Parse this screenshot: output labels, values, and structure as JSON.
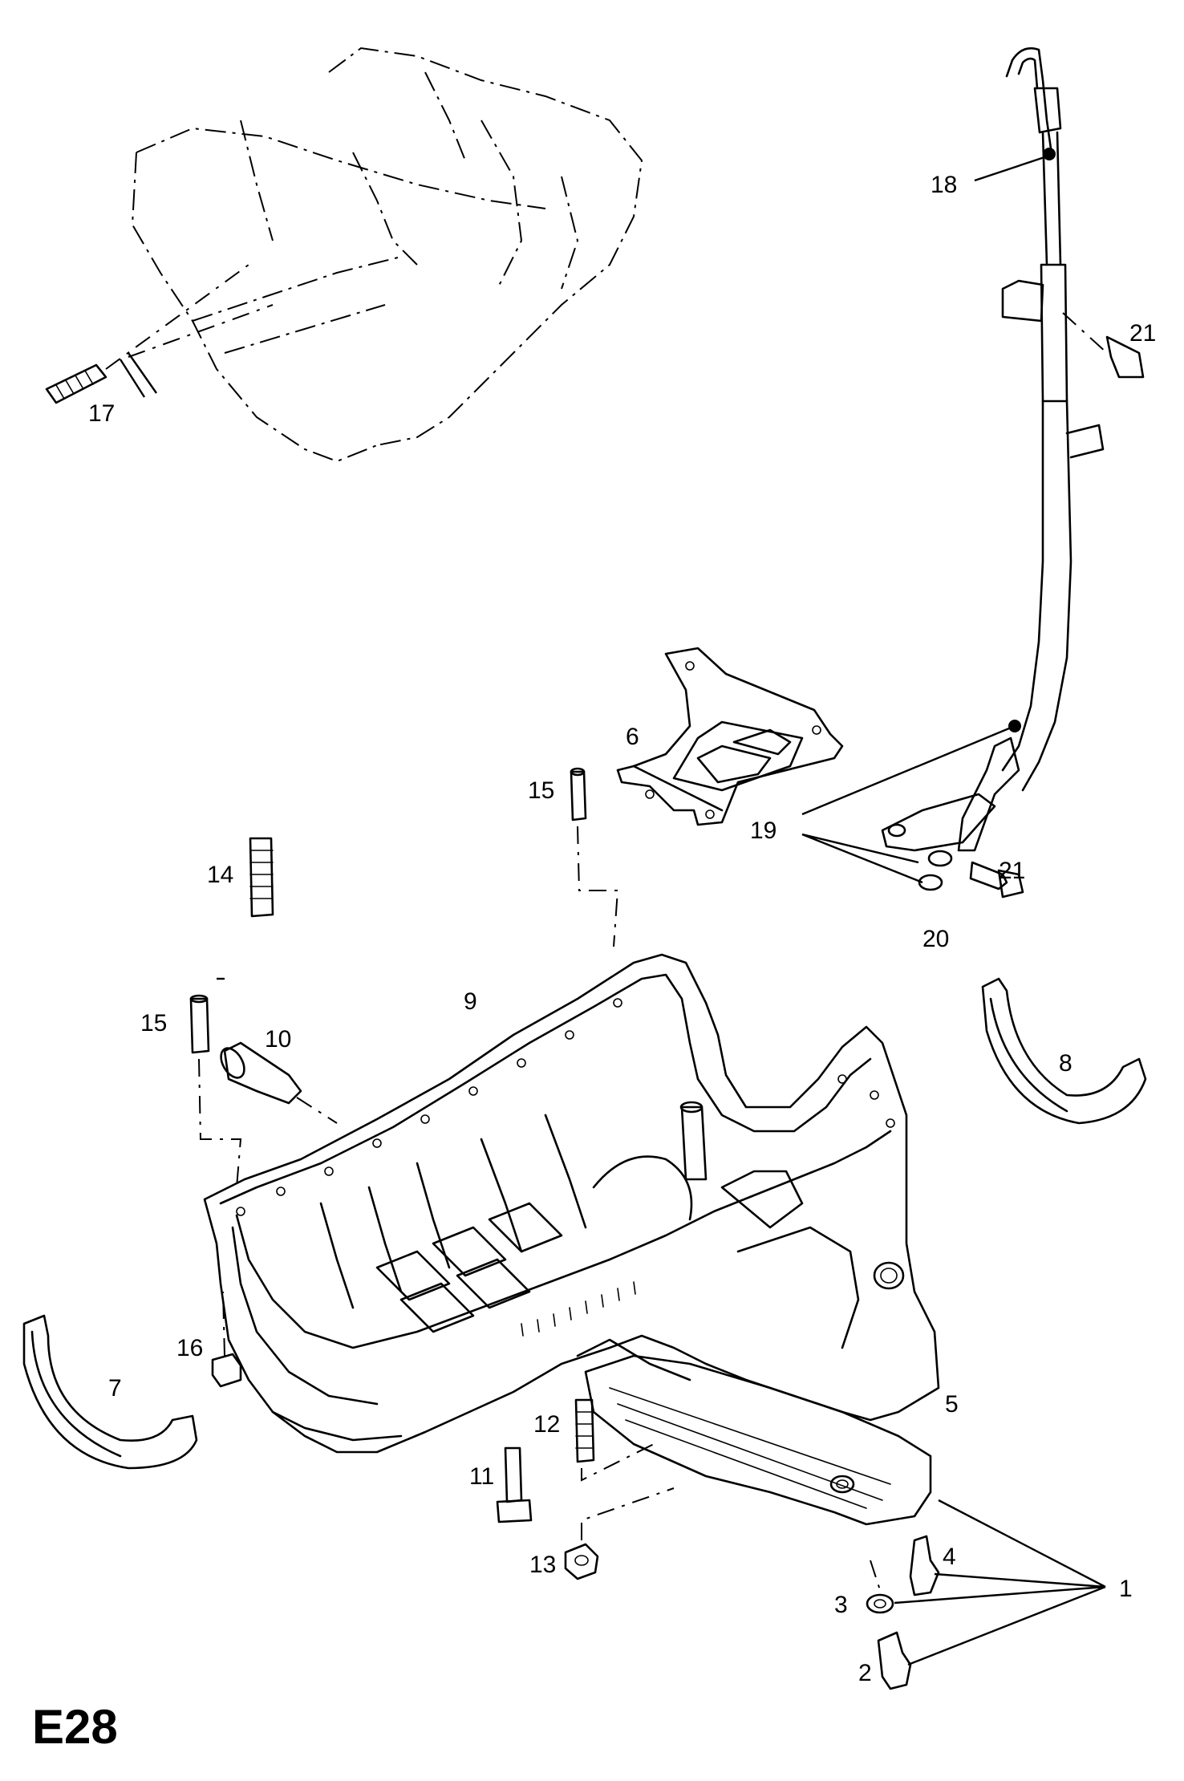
{
  "page_code": "E28",
  "callouts": {
    "c1": "1",
    "c2": "2",
    "c3": "3",
    "c4": "4",
    "c5": "5",
    "c6": "6",
    "c7": "7",
    "c8": "8",
    "c9": "9",
    "c10": "10",
    "c11": "11",
    "c12": "12",
    "c13": "13",
    "c14": "14",
    "c15a": "15",
    "c15b": "15",
    "c16": "16",
    "c17": "17",
    "c18": "18",
    "c19": "19",
    "c20": "20",
    "c21a": "21",
    "c21b": "21"
  }
}
